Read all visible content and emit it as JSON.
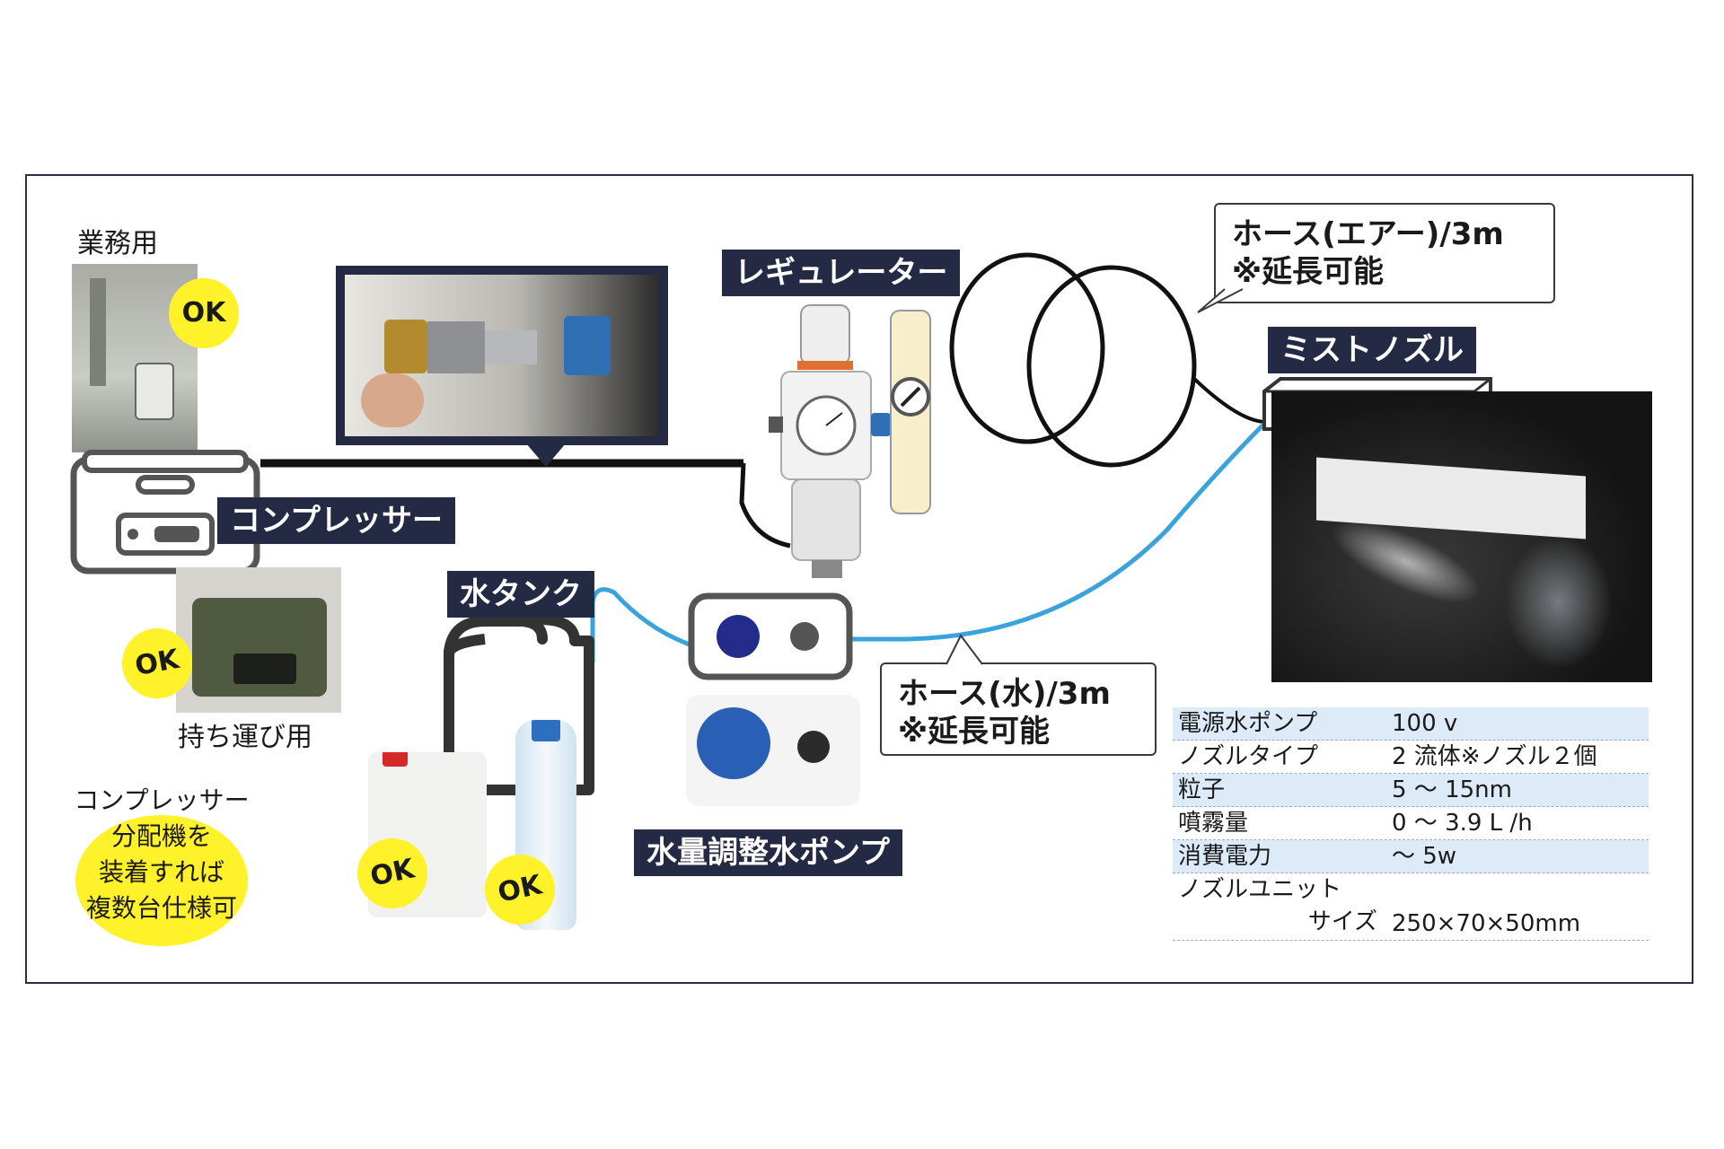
{
  "labels": {
    "business_use": "業務用",
    "compressor": "コンプレッサー",
    "portable_use": "持ち運び用",
    "regulator": "レギュレーター",
    "mist_nozzle": "ミストノズル",
    "water_tank": "水タンク",
    "water_pump": "水量調整水ポンプ",
    "ok": "OK"
  },
  "callouts": {
    "air_hose_line1": "ホース(エアー)/3m",
    "air_hose_line2": "※延長可能",
    "water_hose_line1": "ホース(水)/3m",
    "water_hose_line2": "※延長可能"
  },
  "distributor_note": [
    "コンプレッサー",
    "分配機を",
    "装着すれば",
    "複数台仕様可"
  ],
  "specs": [
    {
      "key": "電源水ポンプ",
      "value": "100 v"
    },
    {
      "key": "ノズルタイプ",
      "value": "2 流体※ノズル２個"
    },
    {
      "key": "粒子",
      "value": "5 ～ 15nm"
    },
    {
      "key": "噴霧量",
      "value": "0 ～ 3.9 L /h"
    },
    {
      "key": "消費電力",
      "value": "～ 5w"
    },
    {
      "key": "ノズルユニット",
      "key2": "サイズ",
      "value": "250×70×50mm"
    }
  ],
  "colors": {
    "tag_bg": "#242a44",
    "ok_yellow": "#fff22a",
    "water_line": "#3aa3dc",
    "air_line": "#111111",
    "spec_shade": "#dcebf7"
  }
}
